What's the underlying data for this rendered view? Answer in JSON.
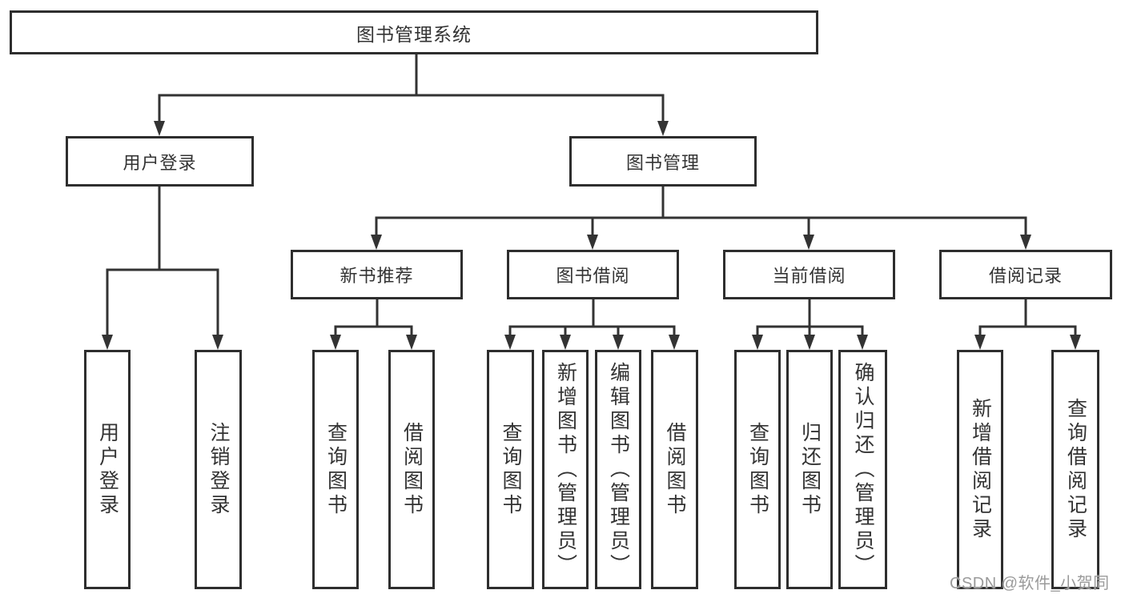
{
  "colors": {
    "background": "#ffffff",
    "line": "#333333",
    "box_border": "#2e2e2e",
    "text": "#333333",
    "watermark_text": "#9a9a9a"
  },
  "watermark": {
    "text": "CSDN @软件_小贺同学"
  },
  "nodes": {
    "root": {
      "label": "图书管理系统"
    },
    "user_login": {
      "label": "用户登录"
    },
    "book_management": {
      "label": "图书管理"
    },
    "new_book_recommendation": {
      "label": "新书推荐"
    },
    "book_borrowing": {
      "label": "图书借阅"
    },
    "current_borrowing": {
      "label": "当前借阅"
    },
    "borrowing_records": {
      "label": "借阅记录"
    },
    "leaf_user_login": {
      "label": "用户登录"
    },
    "leaf_logout": {
      "label": "注销登录"
    },
    "leaf_query_books_1": {
      "label": "查询图书"
    },
    "leaf_borrow_books_1": {
      "label": "借阅图书"
    },
    "leaf_query_books_2": {
      "label": "查询图书"
    },
    "leaf_add_books_admin": {
      "label": "新增图书（管理员）"
    },
    "leaf_edit_books_admin": {
      "label": "编辑图书（管理员）"
    },
    "leaf_borrow_books_2": {
      "label": "借阅图书"
    },
    "leaf_query_books_3": {
      "label": "查询图书"
    },
    "leaf_return_books": {
      "label": "归还图书"
    },
    "leaf_confirm_return_admin": {
      "label": "确认归还（管理员）"
    },
    "leaf_add_borrow_record": {
      "label": "新增借阅记录"
    },
    "leaf_query_borrow_record": {
      "label": "查询借阅记录"
    }
  },
  "hierarchy": [
    {
      "parent": "图书管理系统",
      "children": [
        "用户登录",
        "图书管理"
      ]
    },
    {
      "parent": "用户登录",
      "children": [
        "用户登录",
        "注销登录"
      ]
    },
    {
      "parent": "图书管理",
      "children": [
        "新书推荐",
        "图书借阅",
        "当前借阅",
        "借阅记录"
      ]
    },
    {
      "parent": "新书推荐",
      "children": [
        "查询图书",
        "借阅图书"
      ]
    },
    {
      "parent": "图书借阅",
      "children": [
        "查询图书",
        "新增图书（管理员）",
        "编辑图书（管理员）",
        "借阅图书"
      ]
    },
    {
      "parent": "当前借阅",
      "children": [
        "查询图书",
        "归还图书",
        "确认归还（管理员）"
      ]
    },
    {
      "parent": "借阅记录",
      "children": [
        "新增借阅记录",
        "查询借阅记录"
      ]
    }
  ]
}
